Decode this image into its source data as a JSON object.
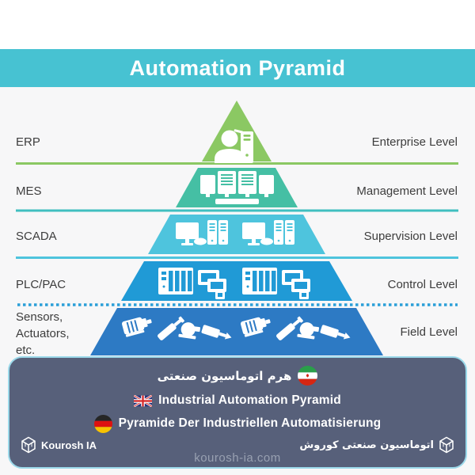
{
  "header": {
    "title": "Automation Pyramid",
    "bar_color": "#47c2d2"
  },
  "pyramid": {
    "background": "#f7f7f8",
    "label_color": "#3d3d3d",
    "levels": [
      {
        "name": "ERP",
        "left_label": "ERP",
        "right_label": "Enterprise Level",
        "color": "#8bc863",
        "icon": "person-computer-icon"
      },
      {
        "name": "MES",
        "left_label": "MES",
        "right_label": "Management Level",
        "color": "#45bfa4",
        "icon": "workstation-monitors-icon"
      },
      {
        "name": "SCADA",
        "left_label": "SCADA",
        "right_label": "Supervision Level",
        "color": "#4ec4dd",
        "icon": "scada-servers-icon"
      },
      {
        "name": "PLC/PAC",
        "left_label": "PLC/PAC",
        "right_label": "Control Level",
        "color": "#209ad6",
        "icon": "plc-hmi-icon"
      },
      {
        "name": "Field",
        "left_label": "Sensors,\nActuators,\netc.",
        "right_label": "Field Level",
        "color": "#2d7ac4",
        "icon": "field-devices-icon"
      }
    ],
    "dividers": [
      {
        "color": "#8bc863",
        "style": "solid"
      },
      {
        "color": "#40bfc0",
        "style": "solid"
      },
      {
        "color": "#4ec4dd",
        "style": "solid"
      },
      {
        "color": "#2b9fd8",
        "style": "dotted"
      }
    ]
  },
  "footer_panel": {
    "bg_color": "#57607a",
    "border_color": "#9bd9ea",
    "rows": [
      {
        "language": "Persian",
        "flag": "iran-flag",
        "text": "هرم اتوماسیون صنعتی"
      },
      {
        "language": "English",
        "flag": "uk-flag",
        "text": "Industrial Automation Pyramid"
      },
      {
        "language": "German",
        "flag": "germany-flag",
        "text": "Pyramide Der Industriellen Automatisierung"
      }
    ],
    "brand_left": "Kourosh IA",
    "brand_right": "اتوماسیون صنعتی کوروش",
    "website": "kourosh-ia.com"
  }
}
